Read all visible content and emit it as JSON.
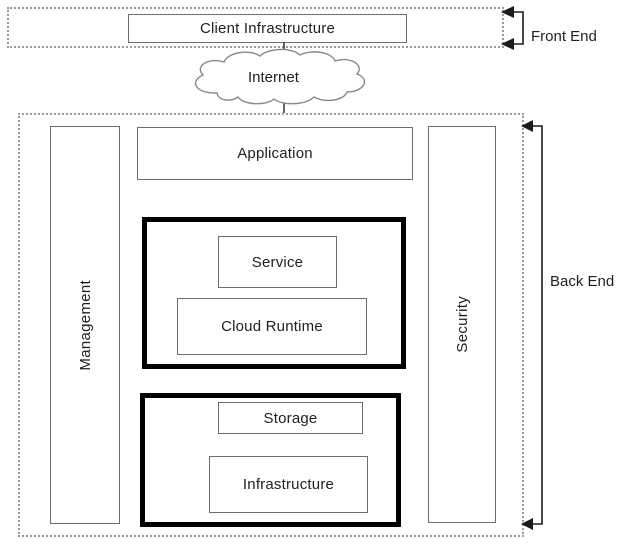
{
  "diagram": {
    "front_end": {
      "label": "Front End",
      "client_infrastructure_label": "Client Infrastructure"
    },
    "internet_label": "Internet",
    "back_end": {
      "label": "Back End",
      "application_label": "Application",
      "management_label": "Management",
      "security_label": "Security",
      "runtime_group": {
        "service_label": "Service",
        "cloud_runtime_label": "Cloud Runtime"
      },
      "storage_group": {
        "storage_label": "Storage",
        "infrastructure_label": "Infrastructure"
      }
    },
    "colors": {
      "box_border_gray": "#6e6e6e",
      "dotted_border_gray": "#9a9a9a",
      "emphasis_border_black": "#000000",
      "text": "#1f1f1f",
      "background": "#ffffff"
    }
  }
}
